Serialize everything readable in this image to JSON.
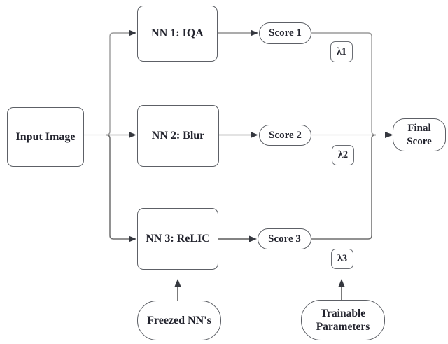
{
  "nodes": {
    "input_image": {
      "label": "Input Image"
    },
    "nn1": {
      "label": "NN 1: IQA"
    },
    "nn2": {
      "label": "NN 2: Blur"
    },
    "nn3": {
      "label": "NN 3: ReLIC"
    },
    "score1": {
      "label": "Score 1"
    },
    "score2": {
      "label": "Score 2"
    },
    "score3": {
      "label": "Score 3"
    },
    "lambda1": {
      "label": "λ1"
    },
    "lambda2": {
      "label": "λ2"
    },
    "lambda3": {
      "label": "λ3"
    },
    "final_score": {
      "label": "Final Score"
    },
    "freezed_nns": {
      "label": "Freezed NN's"
    },
    "trainable_parameters": {
      "label": "Trainable Parameters"
    }
  },
  "colors": {
    "background": "#ffffff",
    "node_border": "#5d6066",
    "text": "#23242e",
    "connector_light": "#c9c9c9",
    "connector_mid": "#8f8f8f",
    "connector_dark": "#5a5a5a",
    "arrowhead": "#35383f"
  }
}
